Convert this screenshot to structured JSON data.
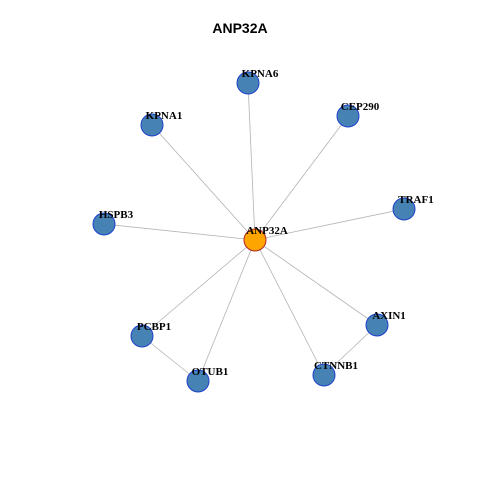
{
  "title": "ANP32A",
  "colors": {
    "center_fill": "#FFA500",
    "center_stroke": "#B22222",
    "node_fill": "#4682B4",
    "node_stroke": "#1E3FCC",
    "edge": "#B3B3B3"
  },
  "center": {
    "id": "ANP32A",
    "label": "ANP32A"
  },
  "nodes": [
    {
      "id": "KPNA6",
      "label": "KPNA6"
    },
    {
      "id": "CEP290",
      "label": "CEP290"
    },
    {
      "id": "KPNA1",
      "label": "KPNA1"
    },
    {
      "id": "TRAF1",
      "label": "TRAF1"
    },
    {
      "id": "HSPB3",
      "label": "HSPB3"
    },
    {
      "id": "AXIN1",
      "label": "AXIN1"
    },
    {
      "id": "PCBP1",
      "label": "PCBP1"
    },
    {
      "id": "CTNNB1",
      "label": "CTNNB1"
    },
    {
      "id": "OTUB1",
      "label": "OTUB1"
    }
  ],
  "edges": [
    [
      "ANP32A",
      "KPNA6"
    ],
    [
      "ANP32A",
      "CEP290"
    ],
    [
      "ANP32A",
      "KPNA1"
    ],
    [
      "ANP32A",
      "TRAF1"
    ],
    [
      "ANP32A",
      "HSPB3"
    ],
    [
      "ANP32A",
      "AXIN1"
    ],
    [
      "ANP32A",
      "PCBP1"
    ],
    [
      "ANP32A",
      "CTNNB1"
    ],
    [
      "ANP32A",
      "OTUB1"
    ],
    [
      "PCBP1",
      "OTUB1"
    ],
    [
      "AXIN1",
      "CTNNB1"
    ]
  ]
}
